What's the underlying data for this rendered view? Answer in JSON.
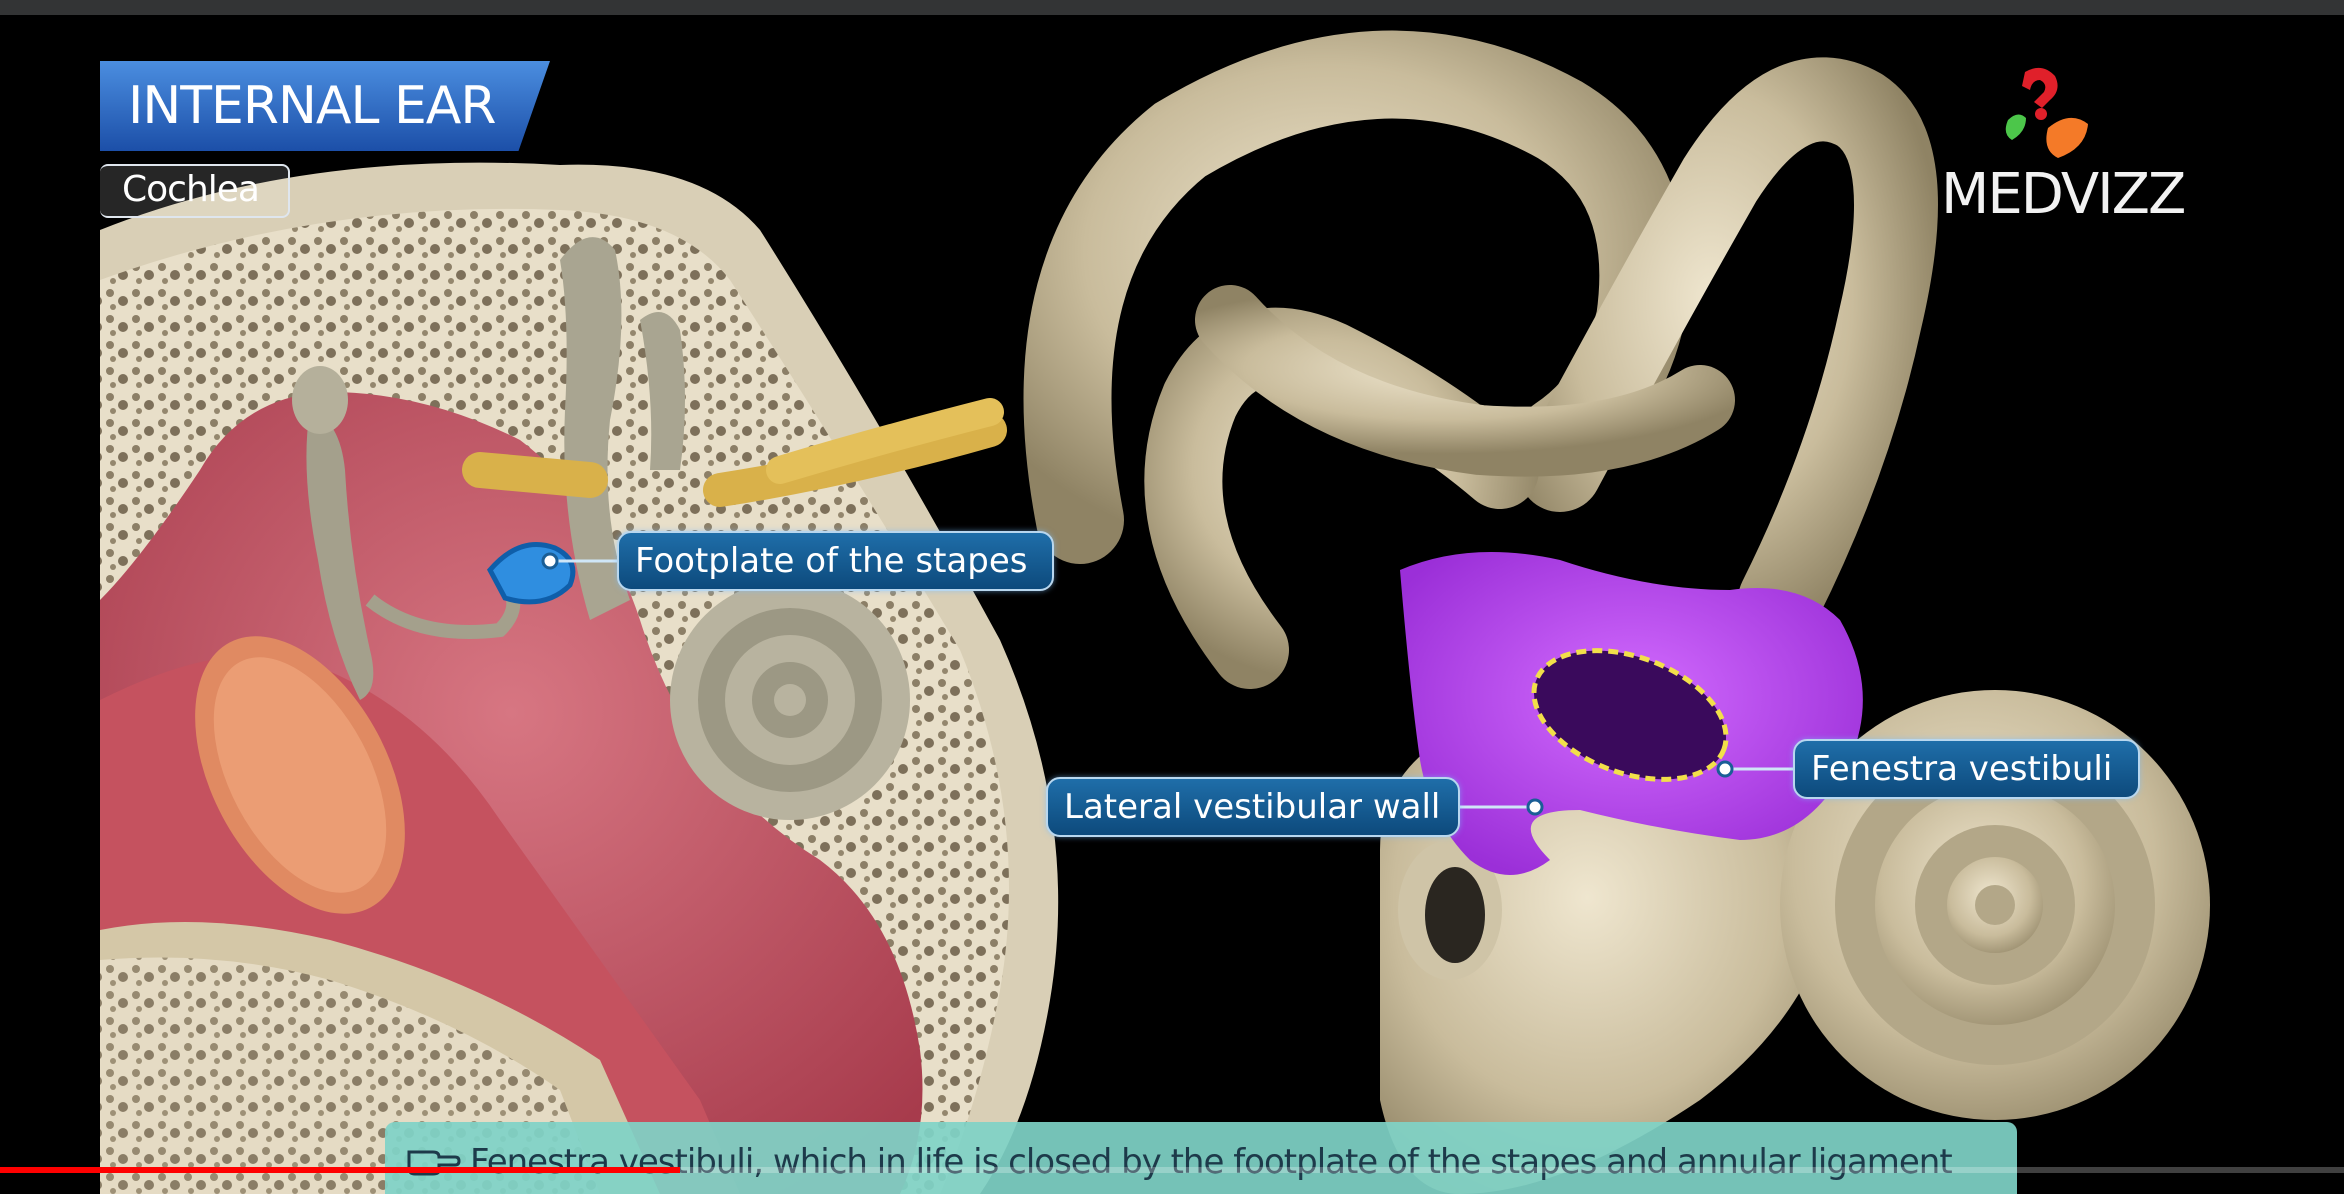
{
  "video": {
    "title": "INTERNAL EAR",
    "subtitle": "Cochlea",
    "brand": "MEDVIZZ",
    "caption": "Fenestra vestibuli, which in life is closed by the footplate of the stapes and annular ligament",
    "progress_fraction": 0.29
  },
  "labels": {
    "stapes": "Footplate of the stapes",
    "lateral_wall": "Lateral vestibular wall",
    "fenestra": "Fenestra vestibuli"
  },
  "icons": {
    "caption_icon": "pointing-hand-icon",
    "logo_icon": "medvizz-logo-icon"
  },
  "colors": {
    "title_banner": "#2f6fc8",
    "label_fill": "#145d97",
    "highlight": "#b33cf0",
    "caption_bar": "#7fd3c7",
    "progress": "#ff0000"
  }
}
